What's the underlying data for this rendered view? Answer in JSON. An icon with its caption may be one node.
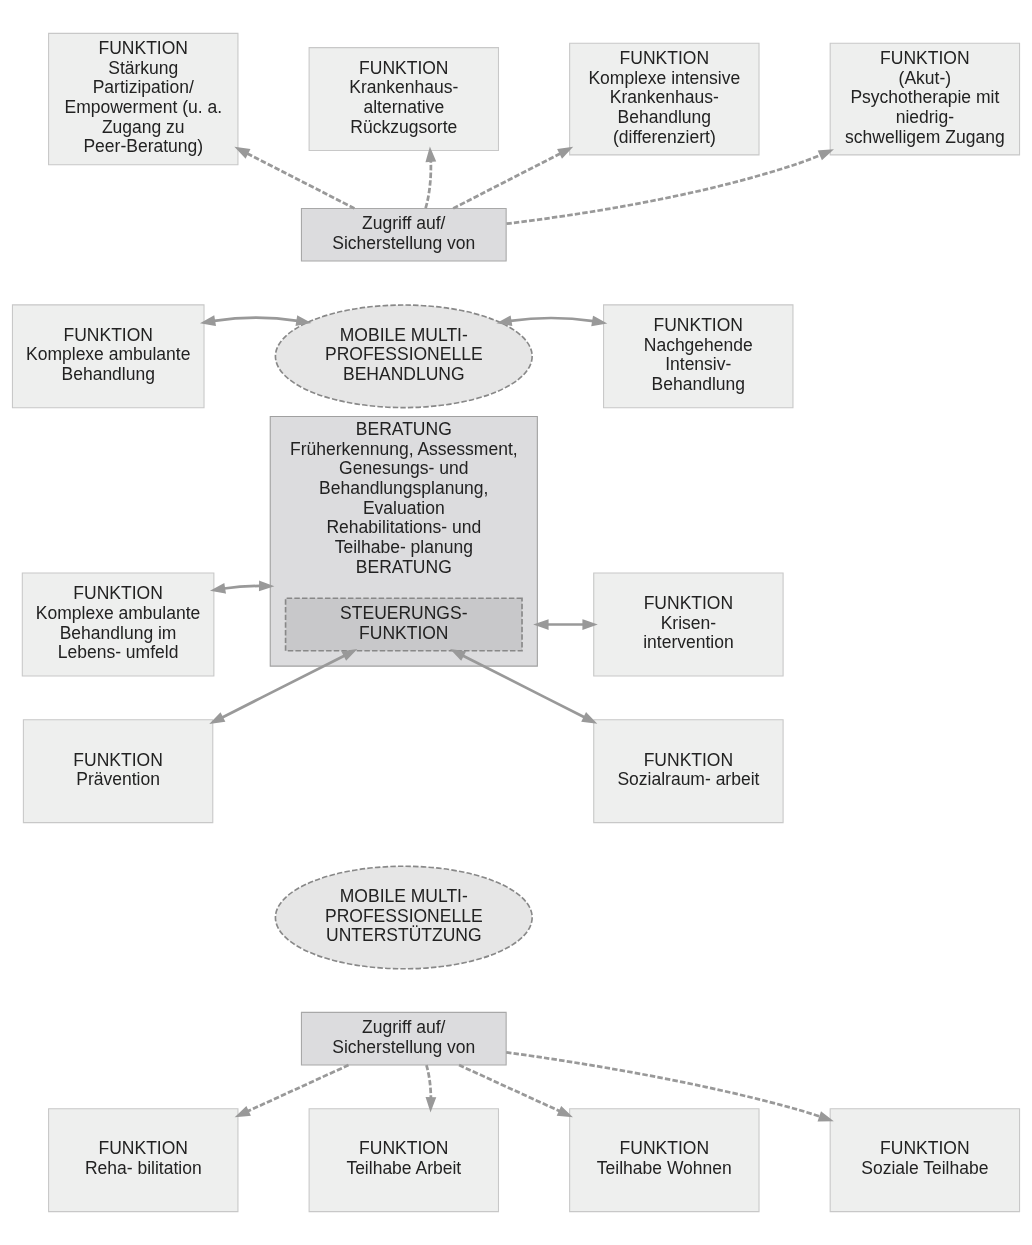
{
  "diagram": {
    "nodes": [
      {
        "text": [
          "FUNKTION",
          "Stärkung Partizipation/ Empowerment (u. a. Zugang zu Peer-Beratung)"
        ]
      },
      {
        "text": [
          "FUNKTION",
          "Krankenhaus- alternative Rückzugsorte"
        ]
      },
      {
        "text": [
          "FUNKTION",
          "Komplexe intensive Krankenhaus- Behandlung (differenziert)"
        ]
      },
      {
        "text": [
          "FUNKTION",
          "(Akut-) Psychotherapie mit niedrig- schwelligem Zugang"
        ]
      },
      {
        "text": [
          "Zugriff auf/ Sicherstellung von"
        ]
      },
      {
        "text": [
          "FUNKTION",
          "Komplexe ambulante Behandlung"
        ]
      },
      {
        "text": [
          "FUNKTION",
          "Nachgehende Intensiv- Behandlung"
        ]
      },
      {
        "text": [
          "MOBILE MULTI- PROFESSIONELLE BEHANDLUNG"
        ]
      },
      {
        "text": [
          "BERATUNG",
          "Früherkennung, Assessment, Genesungs- und Behandlungsplanung, Evaluation",
          "Rehabilitations- und Teilhabe- planung",
          "BERATUNG"
        ]
      },
      {
        "text": [
          "STEUERUNGS- FUNKTION"
        ],
        "in": 8
      },
      {
        "text": [
          "FUNKTION",
          "Komplexe ambulante Behandlung im Lebens- umfeld"
        ]
      },
      {
        "text": [
          "FUNKTION",
          "Krisen- intervention"
        ]
      },
      {
        "text": [
          "FUNKTION",
          "Prävention"
        ]
      },
      {
        "text": [
          "FUNKTION",
          "Sozialraum- arbeit"
        ]
      },
      {
        "text": [
          "MOBILE MULTI- PROFESSIONELLE UNTERSTÜTZUNG"
        ]
      },
      {
        "text": [
          "Zugriff auf/ Sicherstellung von"
        ]
      },
      {
        "text": [
          "FUNKTION",
          "Reha- bilitation"
        ]
      },
      {
        "text": [
          "FUNKTION",
          "Teilhabe Arbeit"
        ]
      },
      {
        "text": [
          "FUNKTION",
          "Teilhabe Wohnen"
        ]
      },
      {
        "text": [
          "FUNKTION",
          "Soziale Teilhabe"
        ]
      }
    ],
    "edges": [
      {
        "from": 4,
        "to": 0,
        "arrow": "to",
        "style": "dashed"
      },
      {
        "from": 4,
        "to": 1,
        "arrow": "to",
        "style": "dashed"
      },
      {
        "from": 4,
        "to": 2,
        "arrow": "to",
        "style": "dashed"
      },
      {
        "from": 4,
        "to": 3,
        "arrow": "to",
        "style": "dashed"
      },
      {
        "from": 5,
        "to": 7,
        "arrow": "both"
      },
      {
        "from": 6,
        "to": 7,
        "arrow": "both"
      },
      {
        "from": 10,
        "to": 8,
        "arrow": "both"
      },
      {
        "from": 11,
        "to": 8,
        "arrow": "both"
      },
      {
        "from": 12,
        "to": 9,
        "arrow": "both"
      },
      {
        "from": 13,
        "to": 9,
        "arrow": "both"
      },
      {
        "from": 15,
        "to": 16,
        "arrow": "to",
        "style": "dashed"
      },
      {
        "from": 15,
        "to": 17,
        "arrow": "to",
        "style": "dashed"
      },
      {
        "from": 15,
        "to": 18,
        "arrow": "to",
        "style": "dashed"
      },
      {
        "from": 15,
        "to": 19,
        "arrow": "to",
        "style": "dashed"
      }
    ]
  }
}
